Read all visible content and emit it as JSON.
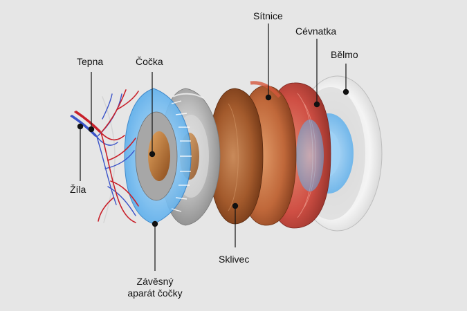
{
  "labels": {
    "tepna": "Tepna",
    "zila": "Žíla",
    "cocka": "Čočka",
    "zavesny_line1": "Závěsný",
    "zavesny_line2": "aparát čočky",
    "sklivec": "Sklivec",
    "sitnice": "Sítnice",
    "cevnatka": "Cévnatka",
    "belmo": "Bělmo"
  },
  "colors": {
    "background": "#e6e6e6",
    "artery": "#c8202a",
    "vein": "#3a52c8",
    "zonule": "#4aa8f0",
    "lens": "#bcbcbc",
    "vitreous": "#b5612e",
    "retina": "#c66a3a",
    "choroid": "#d65a4e",
    "sclera": "#f2f2f2",
    "leader": "#111111"
  }
}
